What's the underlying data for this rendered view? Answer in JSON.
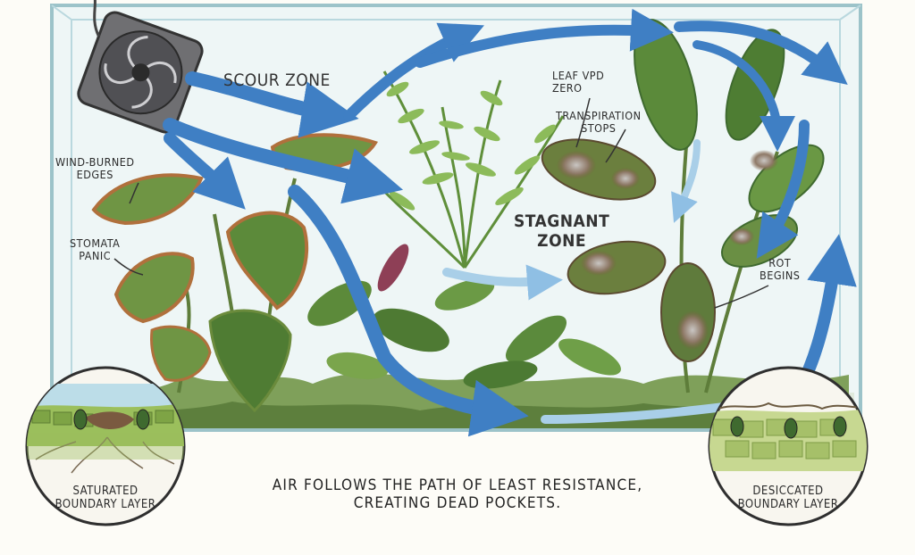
{
  "labels": {
    "scour_zone": "SCOUR ZONE",
    "wind_burned": [
      "WIND-BURNED",
      "EDGES"
    ],
    "stomata_panic": [
      "STOMATA",
      "PANIC"
    ],
    "leaf_vpd": [
      "LEAF VPD",
      "ZERO"
    ],
    "transpiration": [
      "TRANSPIRATION",
      "STOPS"
    ],
    "stagnant": [
      "STAGNANT",
      "ZONE"
    ],
    "rot_begins": [
      "ROT",
      "BEGINS"
    ],
    "saturated": [
      "SATURATED",
      "BOUNDARY LAYER"
    ],
    "desiccated": [
      "DESICCATED",
      "BOUNDARY LAYER"
    ],
    "caption": [
      "AIR FOLLOWS THE PATH OF LEAST RESISTANCE,",
      "CREATING DEAD POCKETS."
    ]
  },
  "colors": {
    "glass": "#b9d8de",
    "flow_blue": "#3f7fc4",
    "flow_light": "#a9cfe8",
    "leaf_dark": "#3f6a2f",
    "leaf_mid": "#6e9a48",
    "leaf_light": "#a7c86a",
    "burn": "#b0703c",
    "rot": "#8a6a55"
  },
  "icons": [
    "fan-icon"
  ]
}
